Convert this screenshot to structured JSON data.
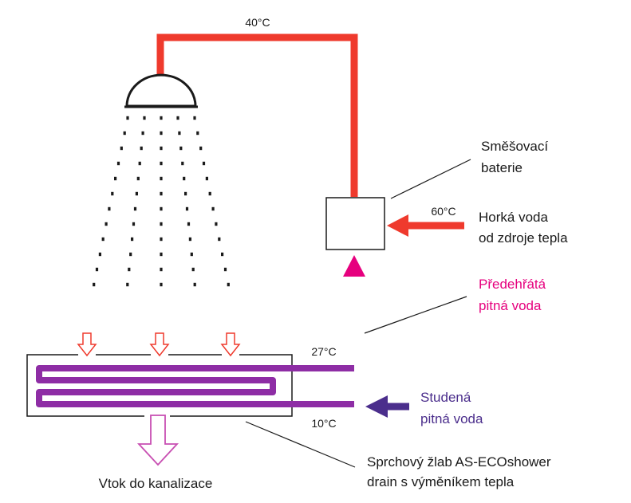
{
  "colors": {
    "hot": "#ef3a2d",
    "cold": "#4b2e8c",
    "preheated": "#e6007e",
    "coil": "#8e2da5",
    "outline": "#1a1a1a",
    "arrow_drain": "#c84fb2",
    "arrow_down": "#ef3a2d"
  },
  "temperatures": {
    "top": "40°C",
    "hot_in": "60°C",
    "preheated": "27°C",
    "cold_in": "10°C"
  },
  "labels": {
    "mixer_line1": "Směšovací",
    "mixer_line2": "baterie",
    "hot_line1": "Horká voda",
    "hot_line2": "od zdroje tepla",
    "preheated_line1": "Předehřátá",
    "preheated_line2": "pitná voda",
    "cold_line1": "Studená",
    "cold_line2": "pitná voda",
    "drain_line1": "Sprchový žlab AS-ECOshower",
    "drain_line2": "drain s výměníkem tepla",
    "sewer": "Vtok do kanalizace"
  },
  "icons": {
    "shower_head": "shower-head-icon",
    "down_arrow": "hollow-down-arrow-icon",
    "drain_arrow": "drain-outflow-arrow-icon"
  }
}
